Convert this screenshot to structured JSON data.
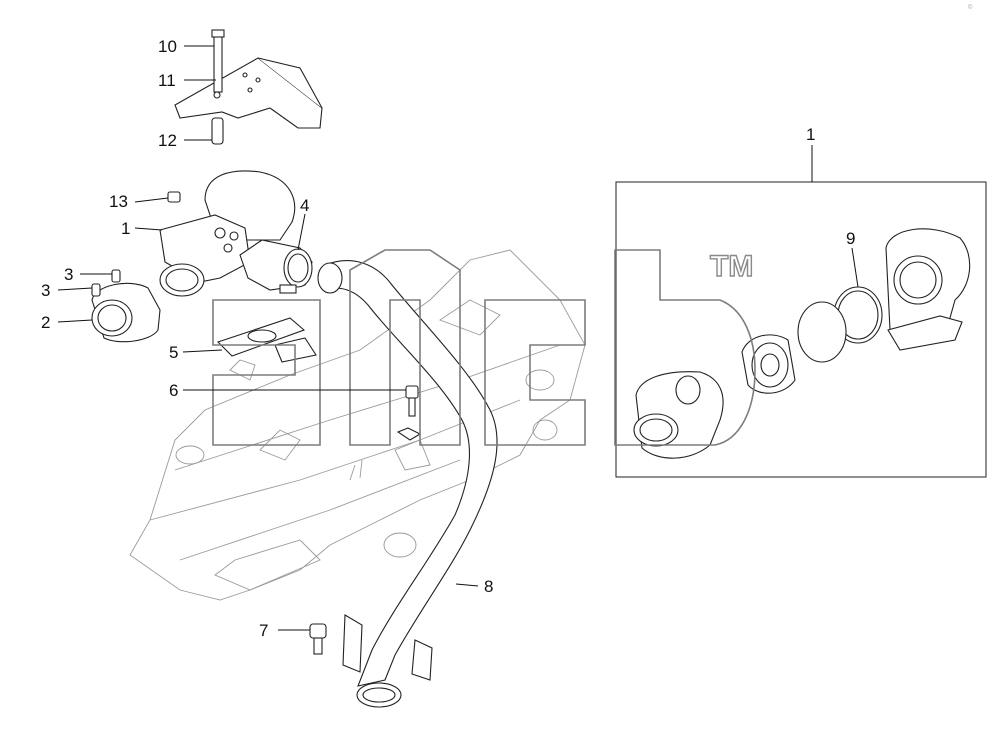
{
  "watermark": {
    "trademark": "TM"
  },
  "corner_mark": "© ",
  "callouts": [
    {
      "id": "c10",
      "text": "10"
    },
    {
      "id": "c11",
      "text": "11"
    },
    {
      "id": "c12",
      "text": "12"
    },
    {
      "id": "c13",
      "text": "13"
    },
    {
      "id": "c1a",
      "text": "1"
    },
    {
      "id": "c3a",
      "text": "3"
    },
    {
      "id": "c3b",
      "text": "3"
    },
    {
      "id": "c2",
      "text": "2"
    },
    {
      "id": "c4",
      "text": "4"
    },
    {
      "id": "c5",
      "text": "5"
    },
    {
      "id": "c6",
      "text": "6"
    },
    {
      "id": "c7",
      "text": "7"
    },
    {
      "id": "c8",
      "text": "8"
    },
    {
      "id": "c1box",
      "text": "1"
    },
    {
      "id": "c9",
      "text": "9"
    }
  ]
}
